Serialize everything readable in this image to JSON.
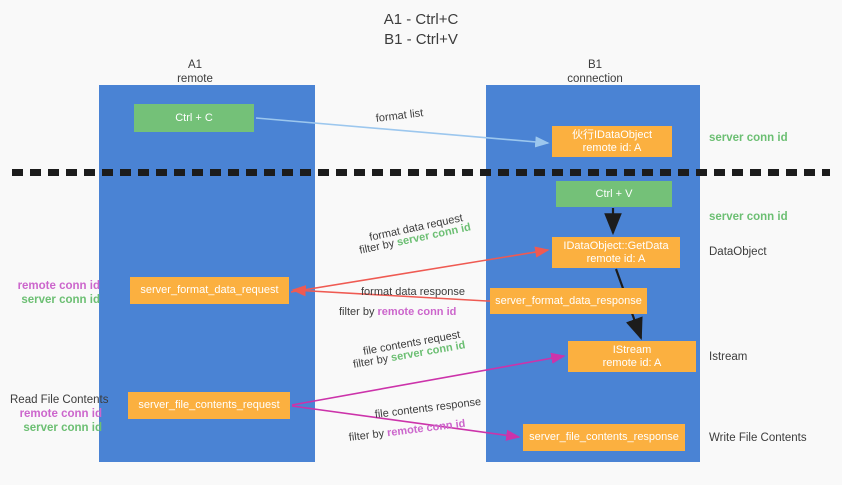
{
  "title": {
    "line1": "A1 - Ctrl+C",
    "line2": "B1 - Ctrl+V"
  },
  "lanes": [
    {
      "id": "a1",
      "name": "A1",
      "role": "remote"
    },
    {
      "id": "b1",
      "name": "B1",
      "role": "connection"
    }
  ],
  "boxes": {
    "ctrl_c": {
      "line1": "Ctrl + C",
      "line2": "",
      "color": "#74c178"
    },
    "idataobject": {
      "line1": "伙行IDataObject",
      "line2": "remote id: A",
      "color": "#fbb040"
    },
    "ctrl_v": {
      "line1": "Ctrl + V",
      "line2": "",
      "color": "#74c178"
    },
    "getdata": {
      "line1": "IDataObject::GetData",
      "line2": "remote id: A",
      "color": "#fbb040"
    },
    "sfd_request": {
      "line1": "server_format_data_request",
      "line2": "",
      "color": "#fbb040"
    },
    "sfd_response": {
      "line1": "server_format_data_response",
      "line2": "",
      "color": "#fbb040"
    },
    "istream": {
      "line1": "IStream",
      "line2": "remote id: A",
      "color": "#fbb040"
    },
    "sfc_request": {
      "line1": "server_file_contents_request",
      "line2": "",
      "color": "#fbb040"
    },
    "sfc_response": {
      "line1": "server_file_contents_response",
      "line2": "",
      "color": "#fbb040"
    }
  },
  "edges": {
    "format_list": {
      "label": "format list"
    },
    "format_data_request": {
      "label": "format data request",
      "filter_prefix": "filter by ",
      "filter_value": "server conn id"
    },
    "format_data_response": {
      "label": "format data response",
      "filter_prefix": "filter by ",
      "filter_value": "remote conn id"
    },
    "file_contents_request": {
      "label": "file contents request",
      "filter_prefix": "filter by ",
      "filter_value": "server conn id"
    },
    "file_contents_response": {
      "label": "file contents response",
      "filter_prefix": "filter by ",
      "filter_value": "remote conn id"
    }
  },
  "annotations": {
    "right": [
      {
        "text": "server conn id",
        "kind": "green"
      },
      {
        "text": "server conn id",
        "kind": "green"
      },
      {
        "text": "DataObject",
        "kind": "plain"
      },
      {
        "text": "Istream",
        "kind": "plain"
      },
      {
        "text": "Write File Contents",
        "kind": "plain"
      }
    ],
    "left_upper": {
      "remote": "remote conn id",
      "server": "server conn id"
    },
    "left_lower": {
      "heading": "Read File Contents",
      "remote": "remote conn id",
      "server": "server conn id"
    }
  },
  "colors": {
    "lane_blue": "#4a83d4",
    "green": "#74c178",
    "orange": "#fbb040",
    "arrow_light_blue": "#9cc7ee",
    "arrow_red": "#ef5a52",
    "arrow_magenta": "#cc33aa",
    "arrow_black": "#1c1c1c",
    "text_green": "#6cbf73",
    "text_purple": "#cc66cc",
    "background": "#f9f9f9"
  }
}
